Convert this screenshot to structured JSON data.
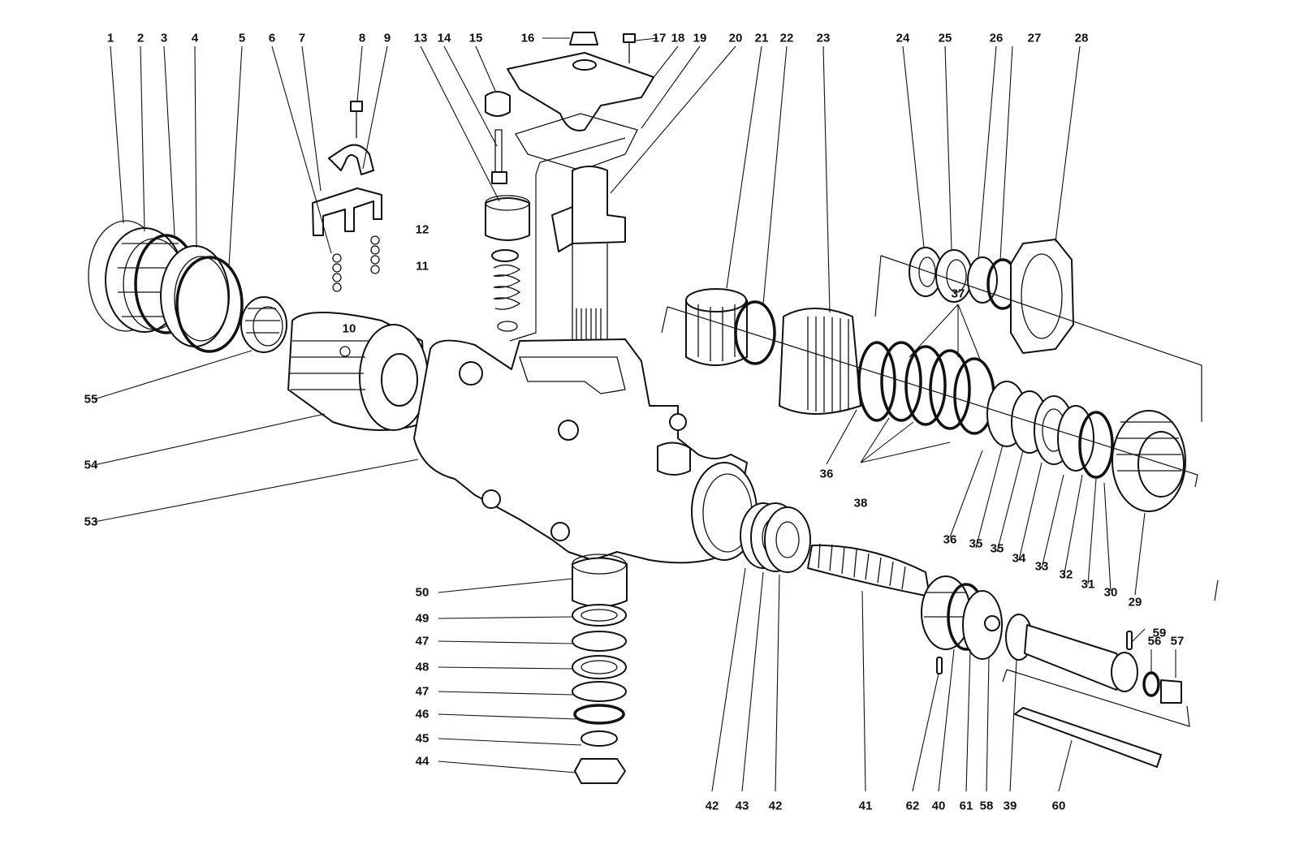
{
  "diagram": {
    "labels": [
      {
        "id": "1",
        "text": "1"
      },
      {
        "id": "2",
        "text": "2"
      },
      {
        "id": "3",
        "text": "3"
      },
      {
        "id": "4",
        "text": "4"
      },
      {
        "id": "5",
        "text": "5"
      },
      {
        "id": "6",
        "text": "6"
      },
      {
        "id": "7",
        "text": "7"
      },
      {
        "id": "8",
        "text": "8"
      },
      {
        "id": "9",
        "text": "9"
      },
      {
        "id": "10",
        "text": "10"
      },
      {
        "id": "11",
        "text": "11"
      },
      {
        "id": "12",
        "text": "12"
      },
      {
        "id": "13",
        "text": "13"
      },
      {
        "id": "14",
        "text": "14"
      },
      {
        "id": "15",
        "text": "15"
      },
      {
        "id": "16",
        "text": "16"
      },
      {
        "id": "17",
        "text": "17"
      },
      {
        "id": "18",
        "text": "18"
      },
      {
        "id": "19",
        "text": "19"
      },
      {
        "id": "20",
        "text": "20"
      },
      {
        "id": "21",
        "text": "21"
      },
      {
        "id": "22",
        "text": "22"
      },
      {
        "id": "23",
        "text": "23"
      },
      {
        "id": "24",
        "text": "24"
      },
      {
        "id": "25",
        "text": "25"
      },
      {
        "id": "26",
        "text": "26"
      },
      {
        "id": "27",
        "text": "27"
      },
      {
        "id": "28",
        "text": "28"
      },
      {
        "id": "29",
        "text": "29"
      },
      {
        "id": "30",
        "text": "30"
      },
      {
        "id": "31",
        "text": "31"
      },
      {
        "id": "32",
        "text": "32"
      },
      {
        "id": "33",
        "text": "33"
      },
      {
        "id": "34",
        "text": "34"
      },
      {
        "id": "35a",
        "text": "35"
      },
      {
        "id": "35b",
        "text": "35"
      },
      {
        "id": "36a",
        "text": "36"
      },
      {
        "id": "36b",
        "text": "36"
      },
      {
        "id": "37",
        "text": "37"
      },
      {
        "id": "38",
        "text": "38"
      },
      {
        "id": "39",
        "text": "39"
      },
      {
        "id": "40",
        "text": "40"
      },
      {
        "id": "41",
        "text": "41"
      },
      {
        "id": "42a",
        "text": "42"
      },
      {
        "id": "42b",
        "text": "42"
      },
      {
        "id": "43",
        "text": "43"
      },
      {
        "id": "44",
        "text": "44"
      },
      {
        "id": "45",
        "text": "45"
      },
      {
        "id": "46",
        "text": "46"
      },
      {
        "id": "47a",
        "text": "47"
      },
      {
        "id": "47b",
        "text": "47"
      },
      {
        "id": "48",
        "text": "48"
      },
      {
        "id": "49",
        "text": "49"
      },
      {
        "id": "50",
        "text": "50"
      },
      {
        "id": "53",
        "text": "53"
      },
      {
        "id": "54",
        "text": "54"
      },
      {
        "id": "55",
        "text": "55"
      },
      {
        "id": "56",
        "text": "56"
      },
      {
        "id": "57",
        "text": "57"
      },
      {
        "id": "58",
        "text": "58"
      },
      {
        "id": "59",
        "text": "59"
      },
      {
        "id": "60",
        "text": "60"
      },
      {
        "id": "61",
        "text": "61"
      },
      {
        "id": "62",
        "text": "62"
      }
    ]
  }
}
